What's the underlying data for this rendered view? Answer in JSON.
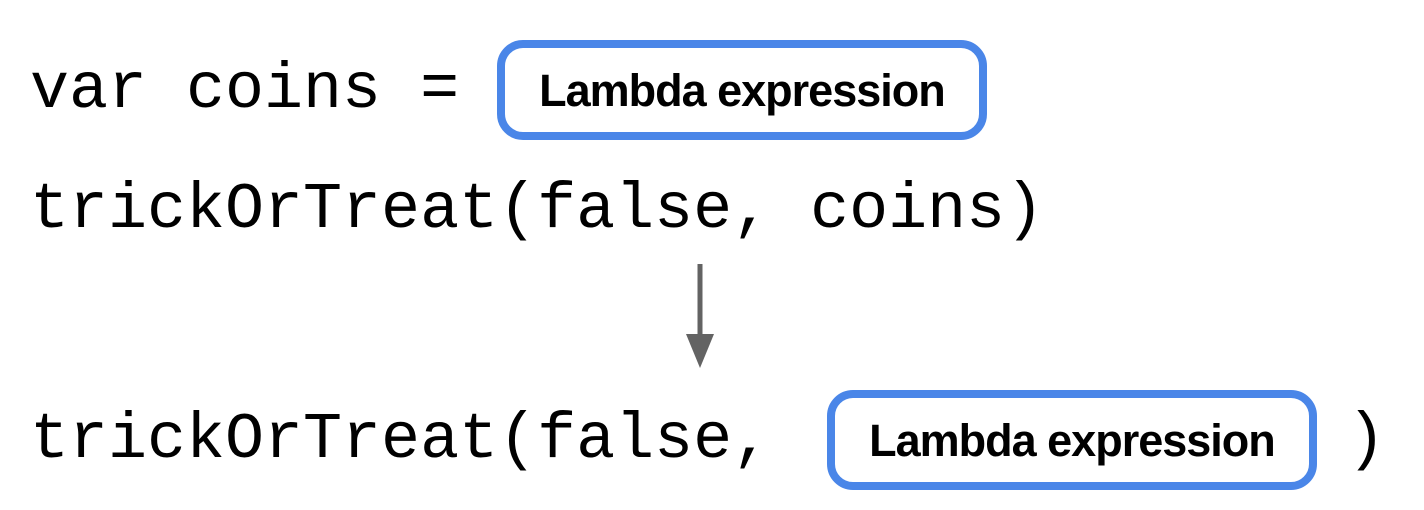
{
  "colors": {
    "background": "#ffffff",
    "box_border": "#4a86e8",
    "arrow": "#636363",
    "code_text": "#000000",
    "label_text": "#000000"
  },
  "icons": {
    "arrow": "down-arrow"
  },
  "diagram": {
    "assignment": {
      "code": "var coins =",
      "box_label": "Lambda expression"
    },
    "call_before": {
      "code": "trickOrTreat(false, coins)"
    },
    "call_after": {
      "code_before": "trickOrTreat(false,",
      "box_label": "Lambda expression",
      "code_after": ")"
    }
  }
}
